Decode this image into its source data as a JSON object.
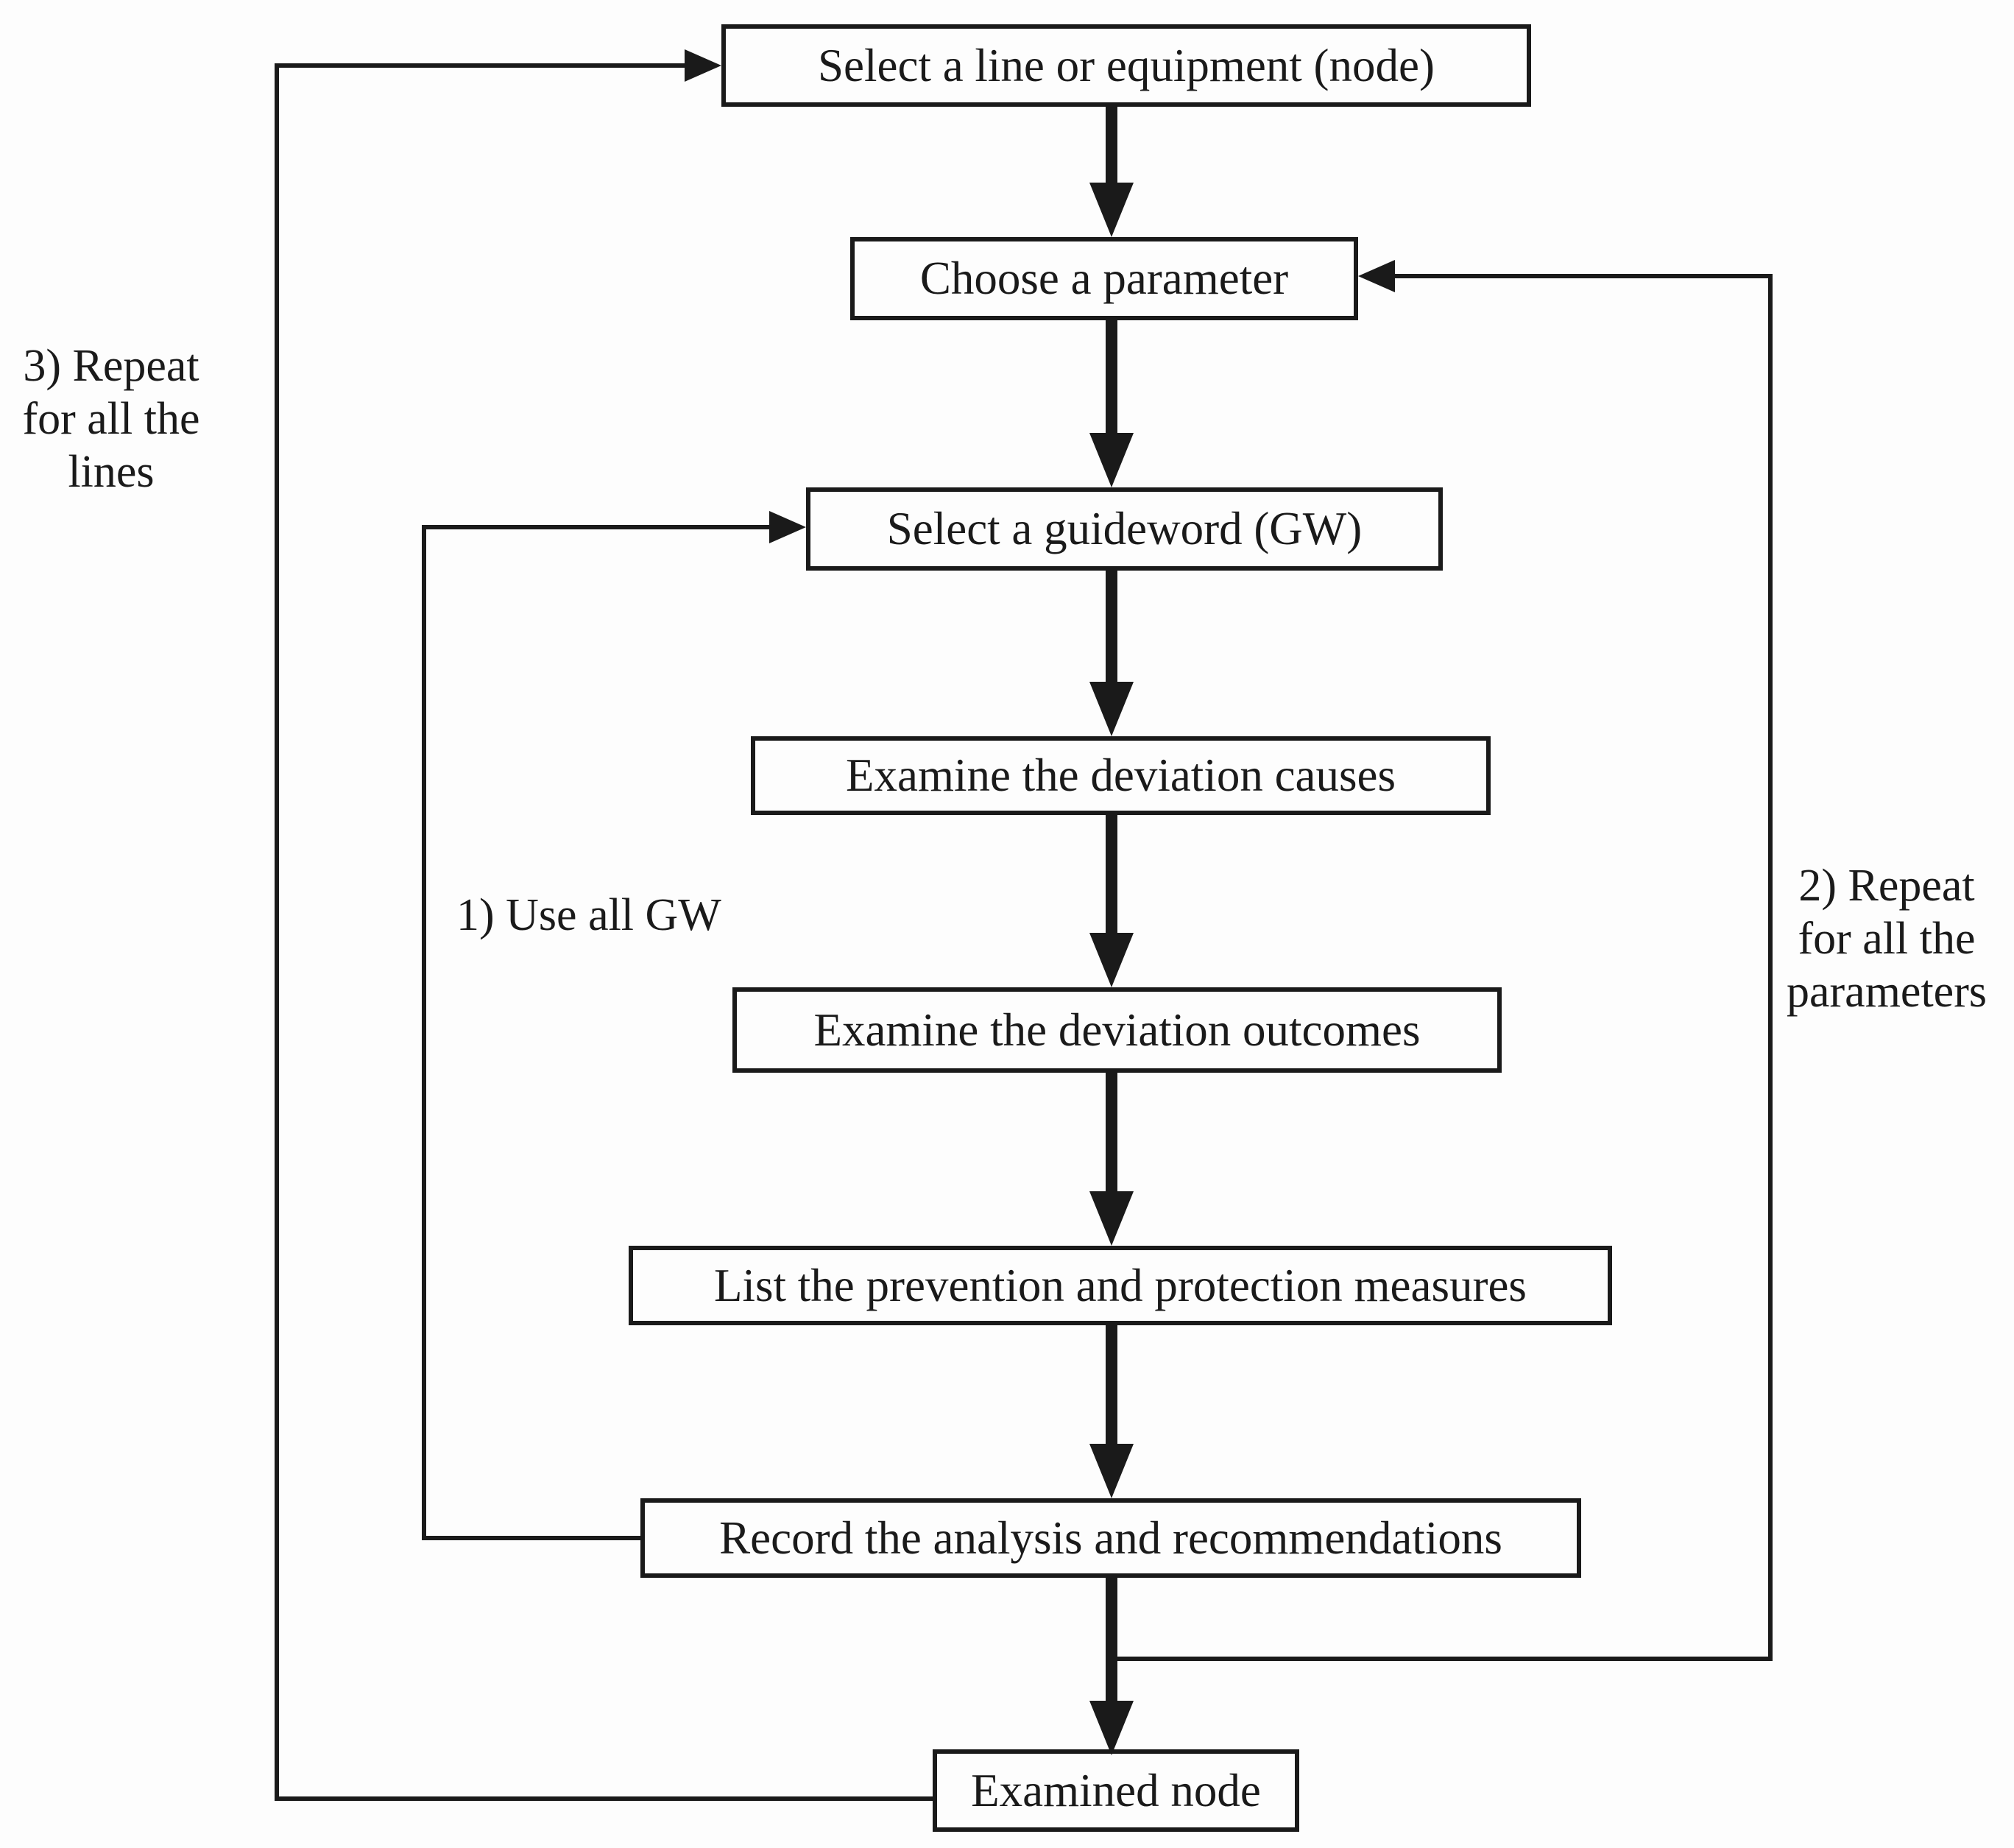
{
  "diagram": {
    "boxes": [
      {
        "label": "Select a line or equipment (node)"
      },
      {
        "label": "Choose a parameter"
      },
      {
        "label": "Select a guideword (GW)"
      },
      {
        "label": "Examine the deviation causes"
      },
      {
        "label": "Examine the deviation outcomes"
      },
      {
        "label": "List the prevention and protection measures"
      },
      {
        "label": "Record the analysis and recommendations"
      },
      {
        "label": "Examined node"
      }
    ],
    "loop_labels": {
      "use_all_gw": {
        "text": "1) Use all GW"
      },
      "all_parameters": {
        "line1": "2) Repeat",
        "line2": "for all the",
        "line3": "parameters"
      },
      "all_lines": {
        "line1": "3) Repeat",
        "line2": "for all the",
        "line3": "lines"
      }
    },
    "colors": {
      "ink": "#1a1a1a",
      "background": "#fdfdfd",
      "box_fill": "#fdfdfd"
    }
  }
}
